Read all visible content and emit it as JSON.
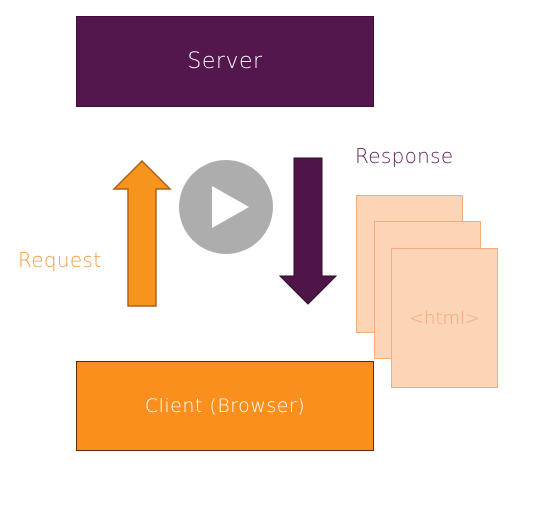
{
  "diagram": {
    "server_label": "Server",
    "client_label": "Client (Browser)",
    "request_label": "Request",
    "response_label": "Response",
    "document_label": "<html>"
  },
  "icons": {
    "play": "play-icon",
    "request_arrow": "arrow-up-icon",
    "response_arrow": "arrow-down-icon"
  },
  "colors": {
    "server": "#54174d",
    "client": "#fb8f1e",
    "request": "#f7941e",
    "response": "#4f1549",
    "document_fill": "#fbd5b6",
    "document_border": "#f5ae79",
    "play_button": "#9b9b9b"
  }
}
